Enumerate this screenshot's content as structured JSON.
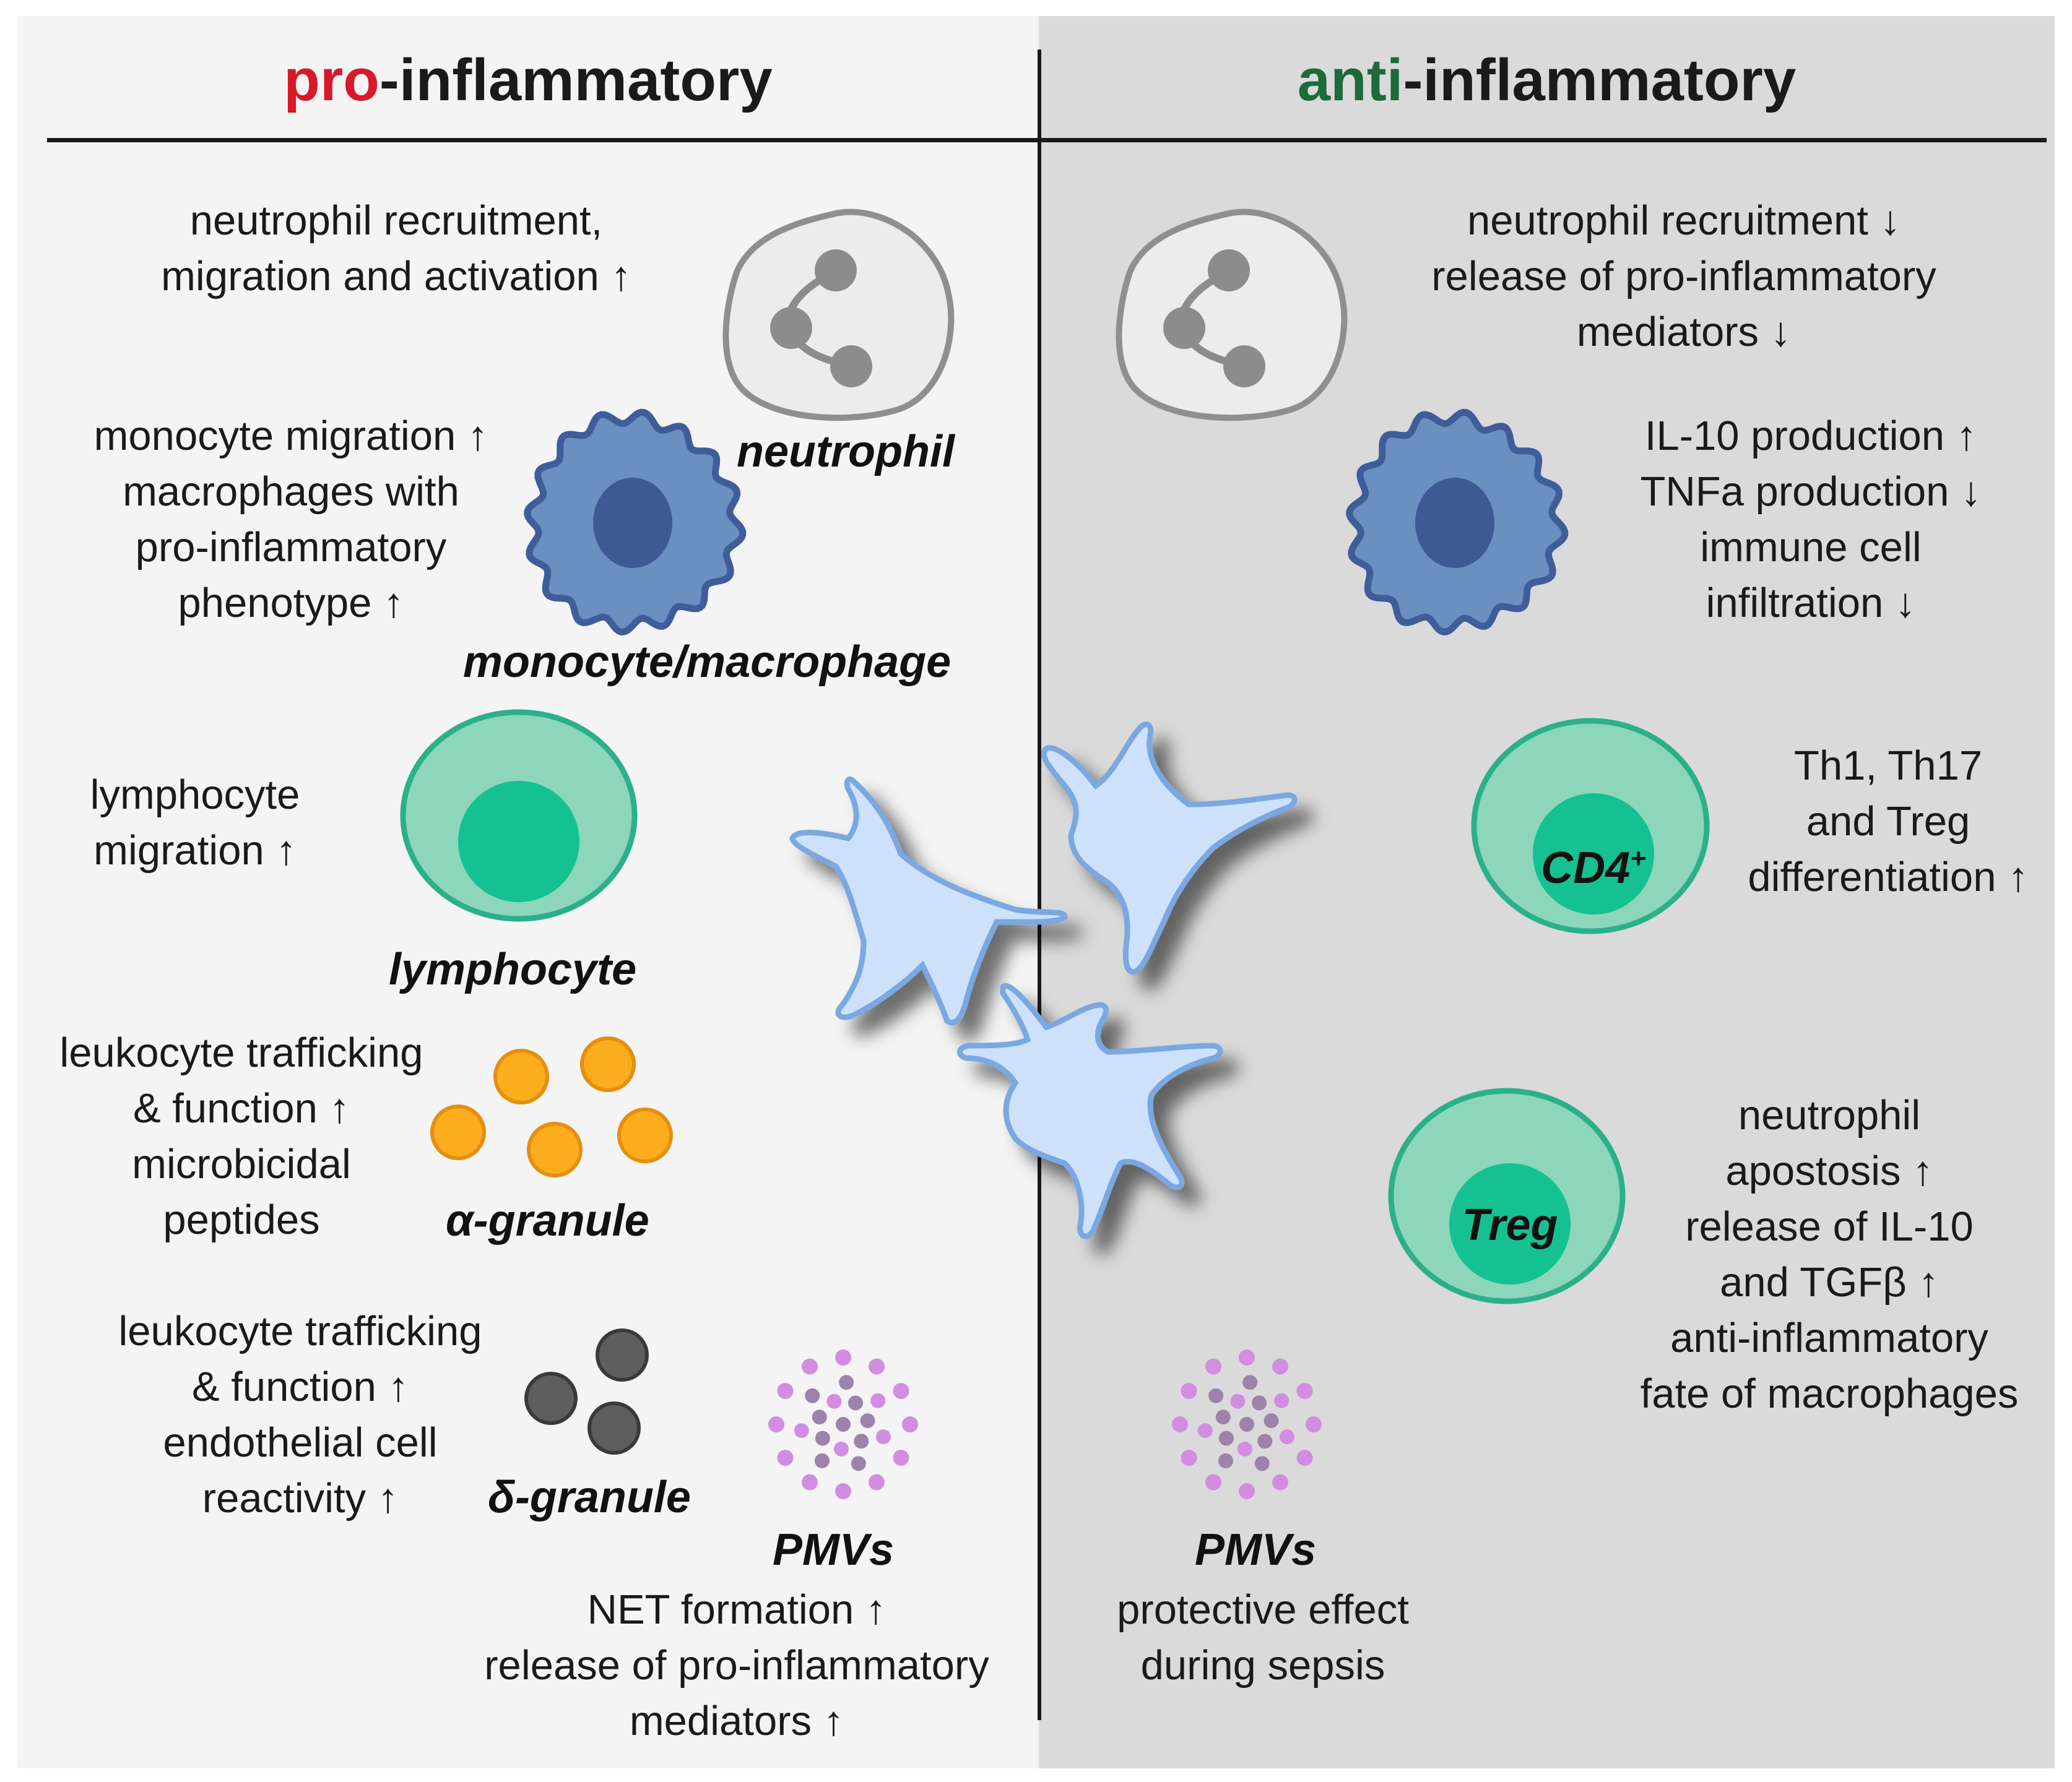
{
  "headings": {
    "left": {
      "prefix": "pro",
      "suffix": "-inflammatory",
      "prefix_color": "#d7192a"
    },
    "right": {
      "prefix": "anti",
      "suffix": "-inflammatory",
      "prefix_color": "#1d6b3a"
    }
  },
  "left": {
    "neutrophil": {
      "label": "neutrophil",
      "effects": [
        "neutrophil recruitment,",
        "migration and activation ↑"
      ]
    },
    "monocyte": {
      "label": "monocyte/macrophage",
      "effects": [
        "monocyte migration ↑",
        "macrophages with",
        "pro-inflammatory",
        "phenotype ↑"
      ]
    },
    "lymphocyte": {
      "label": "lymphocyte",
      "effects": [
        "lymphocyte",
        "migration ↑"
      ]
    },
    "alpha_granule": {
      "label": "α-granule",
      "effects": [
        "leukocyte trafficking",
        "& function ↑",
        "microbicidal",
        "peptides"
      ]
    },
    "delta_granule": {
      "label": "δ-granule",
      "effects": [
        "leukocyte trafficking",
        "& function ↑",
        "endothelial cell",
        "reactivity ↑"
      ]
    },
    "pmvs": {
      "label": "PMVs",
      "effects": [
        "NET formation ↑",
        "release of pro-inflammatory",
        "mediators ↑"
      ]
    }
  },
  "right": {
    "neutrophil": {
      "effects": [
        "neutrophil recruitment ↓",
        "release of pro-inflammatory",
        "mediators ↓"
      ]
    },
    "macrophage": {
      "effects": [
        "IL-10 production ↑",
        "TNFa production ↓",
        "immune cell",
        "infiltration ↓"
      ]
    },
    "cd4": {
      "label_main": "CD4",
      "label_sup": "+",
      "effects": [
        "Th1, Th17",
        "and Treg",
        "differentiation ↑"
      ]
    },
    "treg": {
      "label": "Treg",
      "effects": [
        "neutrophil",
        "apostosis ↑",
        "release of IL-10",
        "and TGFβ ↑",
        "anti-inflammatory",
        "fate of macrophages"
      ]
    },
    "pmvs": {
      "label": "PMVs",
      "effects": [
        "protective effect",
        "during sepsis"
      ]
    }
  },
  "colors": {
    "neutrophil_stroke": "#8f8f8f",
    "neutrophil_fill": "#ececec",
    "neutrophil_nucleus": "#8c8c8c",
    "macrophage_fill": "#6a8fc0",
    "macrophage_stroke": "#3e5d9a",
    "macrophage_nucleus": "#3e5a94",
    "lymphocyte_outer": "#8ed6bb",
    "lymphocyte_stroke": "#2bb08a",
    "lymphocyte_nucleus": "#15c193",
    "alpha_granule": "#fbad1e",
    "delta_granule": "#5e5e5e",
    "platelet_fill": "#cde1fb",
    "platelet_stroke": "#7aa8e0",
    "pmv_light": "#d28de0",
    "pmv_dark": "#9d82ab"
  }
}
